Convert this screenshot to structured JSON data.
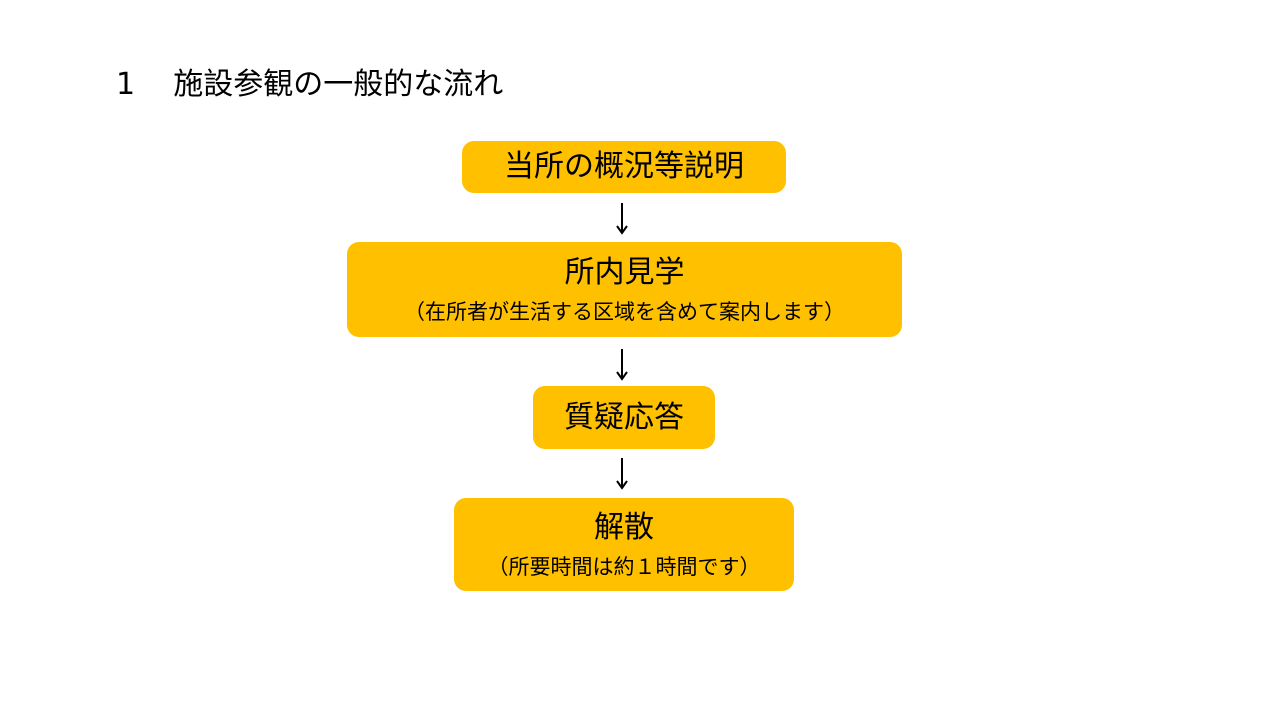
{
  "title": {
    "number": "1",
    "text": "施設参観の一般的な流れ"
  },
  "steps": [
    {
      "label": "当所の概況等説明"
    },
    {
      "label": "所内見学",
      "note": "（在所者が生活する区域を含めて案内します）"
    },
    {
      "label": "質疑応答"
    },
    {
      "label": "解散",
      "note": "（所要時間は約１時間です）"
    }
  ],
  "colors": {
    "box": "#FFC000"
  }
}
